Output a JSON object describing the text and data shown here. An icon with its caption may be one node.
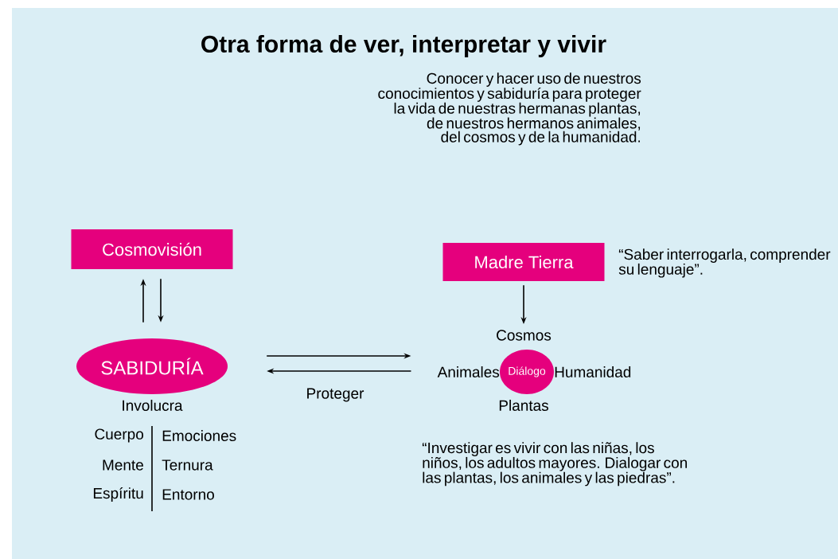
{
  "diagram": {
    "title": "Otra forma de ver, interpretar y vivir",
    "nodes": [
      {
        "text": [
          "Cosmovisión"
        ]
      },
      {
        "text": [
          "SABIDURÍA"
        ]
      },
      {
        "text": [
          "Madre Tierra"
        ],
        "beside": [
          "“Saber interrogarla, comprender su lenguaje”."
        ]
      },
      {
        "text": [
          "Cosmos"
        ]
      },
      {
        "text": [
          "Animales"
        ]
      },
      {
        "text": [
          "Diálogo"
        ]
      },
      {
        "text": [
          "Humanidad"
        ]
      },
      {
        "text": [
          "Plantas"
        ]
      }
    ],
    "edges": [
      {
        "from": 1,
        "to": 0,
        "arrow": "to"
      },
      {
        "from": 0,
        "to": 1,
        "arrow": "to"
      },
      {
        "from": 2,
        "to": 3,
        "arrow": "to"
      },
      {
        "from": 1,
        "to": 4,
        "arrow": "to"
      },
      {
        "from": 4,
        "to": 1,
        "arrow": "to",
        "label": "Proteger"
      }
    ],
    "labels": [
      "Conocer y hacer uso de nuestros conocimientos y sabiduría para proteger la vida de nuestras hermanas plantas, de nuestros hermanos animales, del cosmos y de la humanidad.",
      "Involucra",
      "Cuerpo",
      "Emociones",
      "Mente",
      "Ternura",
      "Espíritu",
      "Entorno",
      "“Investigar es vivir con las niñas, los niños, los adultos mayores. Dialogar con las plantas, los animales y las piedras”."
    ]
  }
}
